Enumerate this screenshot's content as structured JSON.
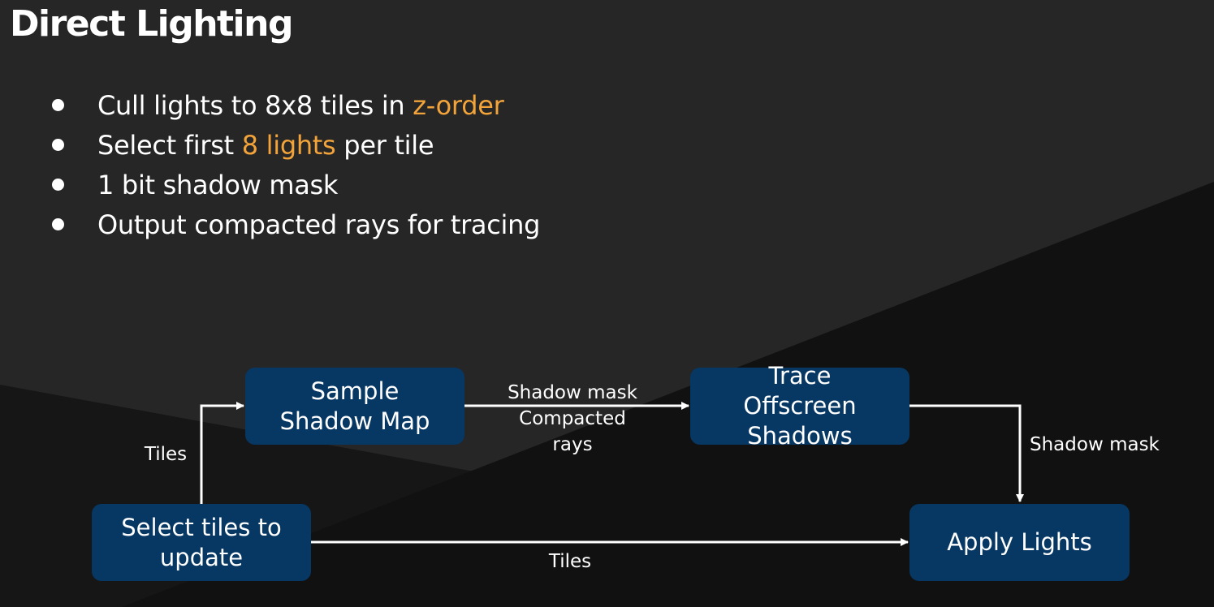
{
  "title": "Direct Lighting",
  "colors": {
    "background": "#262626",
    "background_dark": "#111111",
    "highlight": "#f2a33a",
    "box_fill": "#073763"
  },
  "bullets": [
    {
      "before": "Cull lights to 8x8 tiles in ",
      "highlight": "z-order",
      "after": ""
    },
    {
      "before": "Select first ",
      "highlight": "8 lights",
      "after": " per tile"
    },
    {
      "before": "1 bit shadow mask",
      "highlight": "",
      "after": ""
    },
    {
      "before": "Output compacted rays for tracing",
      "highlight": "",
      "after": ""
    }
  ],
  "diagram": {
    "nodes": {
      "sample": [
        "Sample",
        "Shadow Map"
      ],
      "trace": [
        "Trace",
        "Offscreen",
        "Shadows"
      ],
      "select": [
        "Select tiles to",
        "update"
      ],
      "apply": [
        "Apply Lights"
      ]
    },
    "edge_labels": {
      "select_to_sample": "Tiles",
      "sample_to_trace_1": "Shadow mask",
      "sample_to_trace_2": "Compacted",
      "sample_to_trace_3": "rays",
      "trace_to_apply": "Shadow mask",
      "select_to_apply": "Tiles"
    }
  }
}
